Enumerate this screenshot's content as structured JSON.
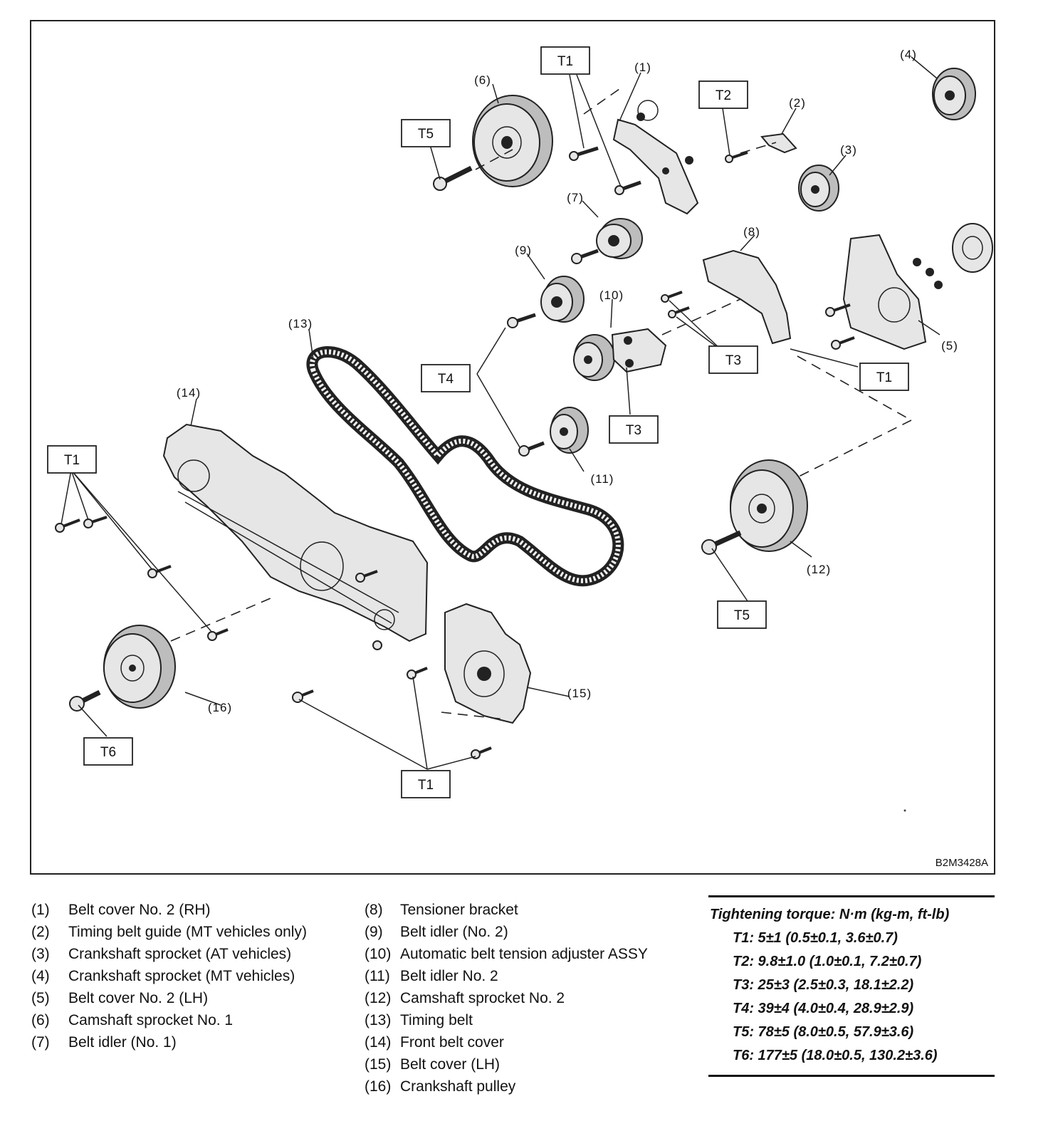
{
  "figure_id": "B2M3428A",
  "torque_tags": {
    "t1": "T1",
    "t2": "T2",
    "t3": "T3",
    "t4": "T4",
    "t5": "T5",
    "t6": "T6"
  },
  "callouts": {
    "p1": "(1)",
    "p2": "(2)",
    "p3": "(3)",
    "p4": "(4)",
    "p5": "(5)",
    "p6": "(6)",
    "p7": "(7)",
    "p8": "(8)",
    "p9": "(9)",
    "p10": "(10)",
    "p11": "(11)",
    "p12": "(12)",
    "p13": "(13)",
    "p14": "(14)",
    "p15": "(15)",
    "p16": "(16)"
  },
  "legend_left": [
    {
      "num": "(1)",
      "text": "Belt cover No. 2 (RH)"
    },
    {
      "num": "(2)",
      "text": "Timing belt guide (MT vehicles only)"
    },
    {
      "num": "(3)",
      "text": "Crankshaft sprocket (AT vehicles)"
    },
    {
      "num": "(4)",
      "text": "Crankshaft sprocket (MT vehicles)"
    },
    {
      "num": "(5)",
      "text": "Belt cover No. 2 (LH)"
    },
    {
      "num": "(6)",
      "text": "Camshaft sprocket No. 1"
    },
    {
      "num": "(7)",
      "text": "Belt idler (No. 1)"
    }
  ],
  "legend_right": [
    {
      "num": "(8)",
      "text": "Tensioner bracket"
    },
    {
      "num": "(9)",
      "text": "Belt idler (No. 2)"
    },
    {
      "num": "(10)",
      "text": "Automatic belt tension adjuster ASSY"
    },
    {
      "num": "(11)",
      "text": "Belt idler No. 2"
    },
    {
      "num": "(12)",
      "text": "Camshaft sprocket No. 2"
    },
    {
      "num": "(13)",
      "text": "Timing belt"
    },
    {
      "num": "(14)",
      "text": "Front belt cover"
    },
    {
      "num": "(15)",
      "text": "Belt cover (LH)"
    },
    {
      "num": "(16)",
      "text": "Crankshaft pulley"
    }
  ],
  "torque": {
    "title": "Tightening torque: N·m (kg-m, ft-lb)",
    "specs": [
      "T1: 5±1 (0.5±0.1, 3.6±0.7)",
      "T2: 9.8±1.0 (1.0±0.1, 7.2±0.7)",
      "T3: 25±3 (2.5±0.3, 18.1±2.2)",
      "T4: 39±4 (4.0±0.4, 28.9±2.9)",
      "T5: 78±5 (8.0±0.5, 57.9±3.6)",
      "T6: 177±5 (18.0±0.5, 130.2±3.6)"
    ]
  }
}
